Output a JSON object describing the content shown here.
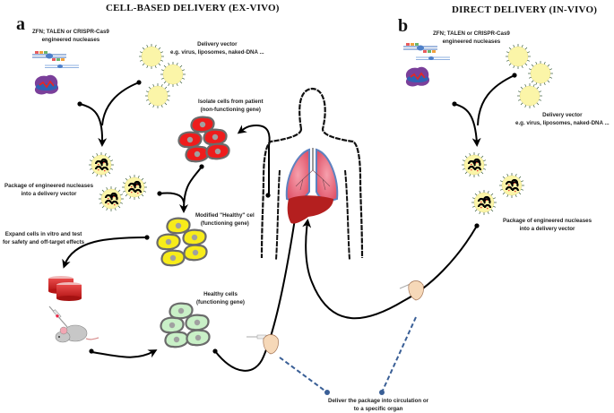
{
  "titles": {
    "left": "CELL-BASED DELIVERY (EX-VIVO)",
    "right": "DIRECT DELIVERY (IN-VIVO)"
  },
  "panels": {
    "a": "a",
    "b": "b"
  },
  "left": {
    "nucleases": [
      "ZFN; TALEN or CRISPR-Cas9",
      "engineered nucleases"
    ],
    "vector": [
      "Delivery vector",
      "e.g. virus, liposomes, naked-DNA ..."
    ],
    "isolate": [
      "Isolate cells from patient",
      "(non-functioning gene)"
    ],
    "package": [
      "Package of engineered nucleases",
      "into a delivery vector"
    ],
    "modified": [
      "Modified \"Healthy\" cel",
      "(functioning gene)"
    ],
    "expand": [
      "Expand cells in vitro and test",
      "for safety and off-target effects"
    ],
    "healthy": [
      "Healthy cells",
      "(functioning gene)"
    ]
  },
  "right": {
    "nucleases": [
      "ZFN; TALEN or CRISPR-Cas9",
      "engineered nucleases"
    ],
    "vector": [
      "Delivery vector",
      "e.g. virus, liposomes, naked-DNA ..."
    ],
    "package": [
      "Package of engineered nucleases",
      "into a delivery vector"
    ]
  },
  "deliver": [
    "Deliver the package into circulation or",
    "to a specific organ"
  ],
  "colors": {
    "vector_fill": "#fbf5a8",
    "patient_cell": "#ee1c1c",
    "modified_cell": "#f7ec1a",
    "healthy_cell": "#c9f0c7",
    "lung": "#e8677a",
    "liver": "#b41f1f",
    "dashed_line": "#3a5f96"
  }
}
